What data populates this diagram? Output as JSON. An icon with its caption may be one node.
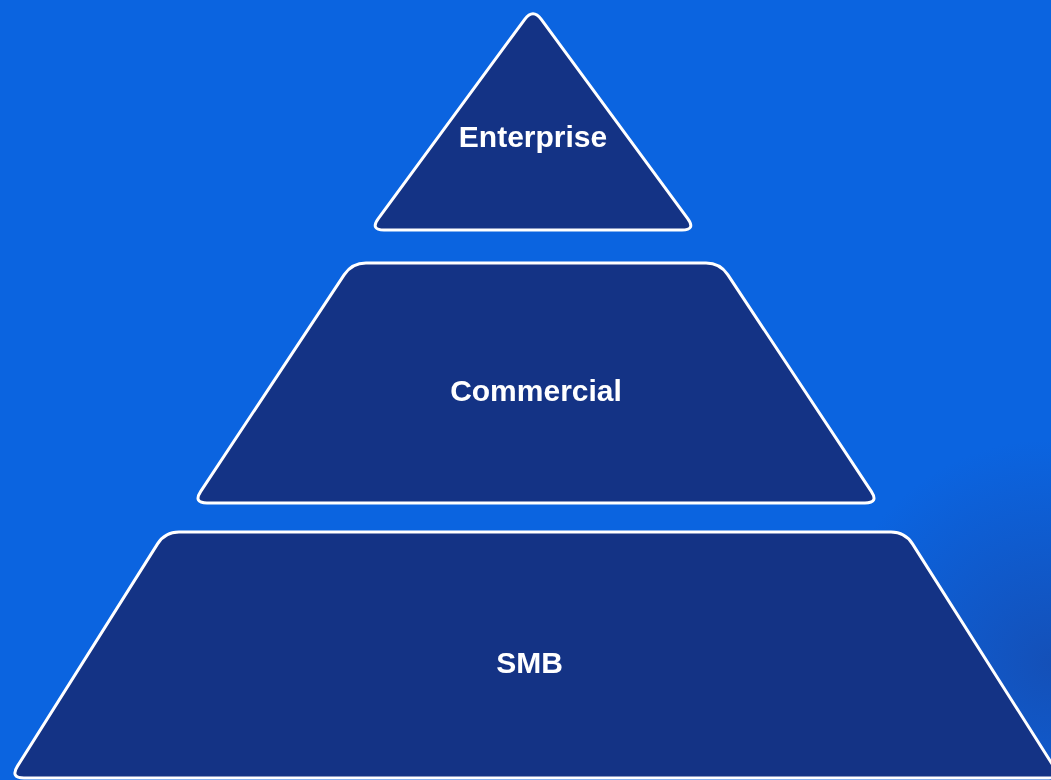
{
  "diagram": {
    "nodes": [
      {
        "text": [
          "Enterprise"
        ]
      },
      {
        "text": [
          "Commercial"
        ]
      },
      {
        "text": [
          "SMB"
        ]
      }
    ]
  }
}
